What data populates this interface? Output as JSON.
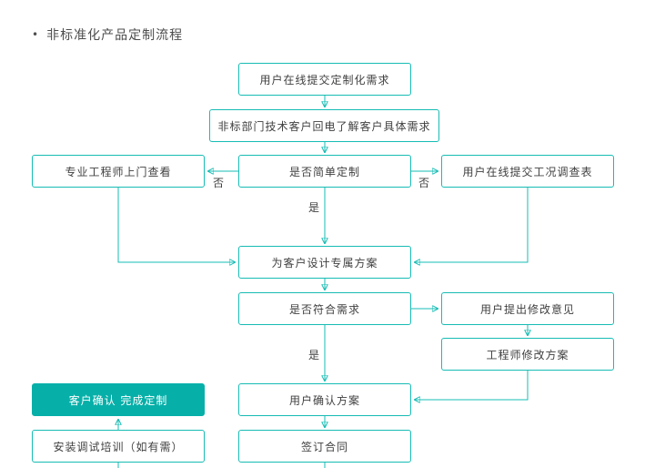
{
  "title": {
    "bullet": "•",
    "text": "非标准化产品定制流程"
  },
  "colors": {
    "accent": "#16bcb4",
    "filled_box_bg": "#06b0a9",
    "filled_box_text": "#ffffff",
    "node_text": "#404040"
  },
  "flowchart": {
    "nodes": {
      "submit_request": "用户在线提交定制化需求",
      "callback": "非标部门技术客户回电了解客户具体需求",
      "engineer_visit": "专业工程师上门查看",
      "is_simple_custom": "是否简单定制",
      "survey_form": "用户在线提交工况调查表",
      "design_plan": "为客户设计专属方案",
      "meets_needs": "是否符合需求",
      "revision_feedback": "用户提出修改意见",
      "engineer_revise": "工程师修改方案",
      "confirm_complete": "客户确认 完成定制",
      "confirm_plan": "用户确认方案",
      "install_training": "安装调试培训（如有需）",
      "sign_contract": "签订合同"
    },
    "edge_labels": {
      "no_left": "否",
      "no_right": "否",
      "yes_design": "是",
      "yes_confirm": "是"
    }
  }
}
